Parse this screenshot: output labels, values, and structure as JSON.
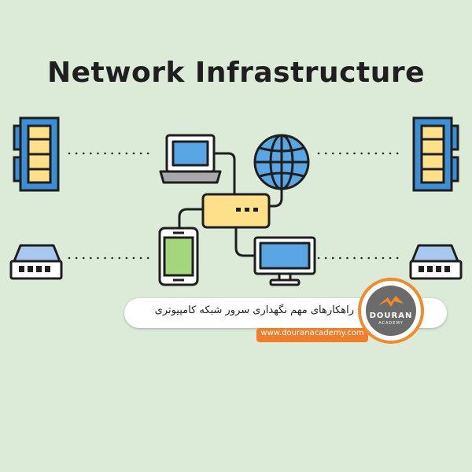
{
  "title": "Network Infrastructure",
  "caption": "راهکارهای مهم نگهداری سرور شبکه کامپیوتری",
  "website": "www.douranacademy.com",
  "logo": {
    "name": "DOURAN",
    "subtitle": "ACADEMY"
  },
  "icons": {
    "server_left": "server-rack-icon",
    "server_right": "server-rack-icon",
    "switch_left": "network-switch-icon",
    "switch_right": "network-switch-icon",
    "laptop": "laptop-icon",
    "globe": "globe-icon",
    "router": "router-hub-icon",
    "phone": "smartphone-icon",
    "monitor": "desktop-monitor-icon"
  },
  "colors": {
    "background": "#dbebd8",
    "blue": "#5aa6e4",
    "yellow": "#ffe08a",
    "green": "#a4d67c",
    "orange": "#ef7d2b",
    "outline": "#1e1e1e"
  }
}
